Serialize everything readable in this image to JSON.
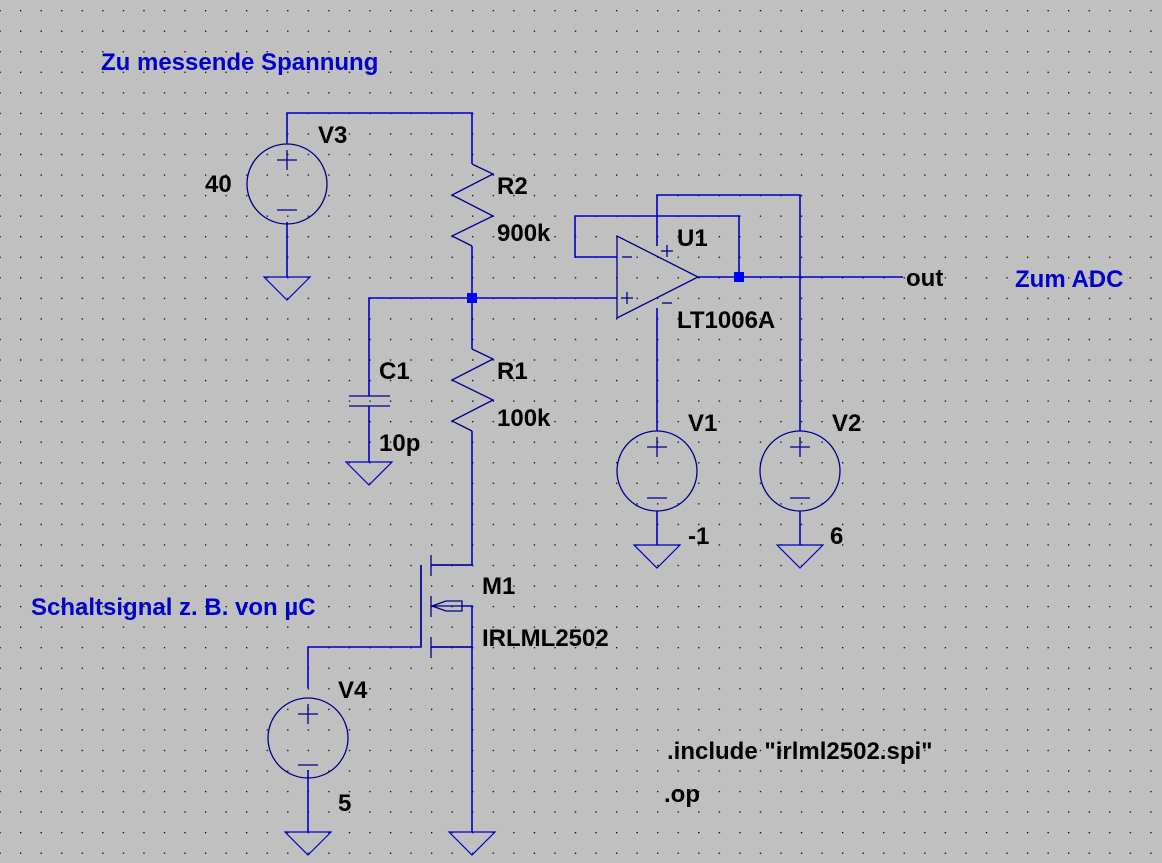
{
  "schematic": {
    "annotations": {
      "measured_voltage": "Zu messende Spannung",
      "to_adc": "Zum ADC",
      "switch_signal": "Schaltsignal z. B. von µC"
    },
    "components": {
      "V3": {
        "name": "V3",
        "value": "40"
      },
      "V1": {
        "name": "V1",
        "value": "-1"
      },
      "V2": {
        "name": "V2",
        "value": "6"
      },
      "V4": {
        "name": "V4",
        "value": "5"
      },
      "R1": {
        "name": "R1",
        "value": "100k"
      },
      "R2": {
        "name": "R2",
        "value": "900k"
      },
      "C1": {
        "name": "C1",
        "value": "10p"
      },
      "U1": {
        "name": "U1",
        "value": "LT1006A"
      },
      "M1": {
        "name": "M1",
        "value": "IRLML2502"
      }
    },
    "net_labels": {
      "out": "out"
    },
    "directives": {
      "include": ".include \"irlml2502.spi\"",
      "op": ".op"
    },
    "symbols": {
      "plus": "+",
      "minus": "−"
    },
    "colors": {
      "background": "#c0c0c0",
      "wire": "#0000c8",
      "component": "#00008c",
      "text": "#000000",
      "comment": "#0000c8",
      "junction": "#0000ff"
    }
  }
}
